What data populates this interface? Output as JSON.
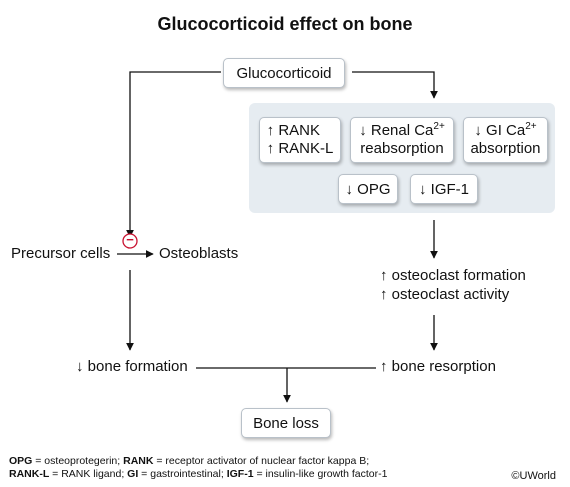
{
  "title": "Glucocorticoid effect on bone",
  "nodes": {
    "glucocorticoid": "Glucocorticoid",
    "rank_up": "↑ RANK",
    "rankl_up": "↑ RANK-L",
    "renal_line1": "↓ Renal Ca",
    "renal_sup": "2+",
    "renal_line2": "reabsorption",
    "gi_line1": "↓ GI Ca",
    "gi_sup": "2+",
    "gi_line2": "absorption",
    "opg_down": "↓ OPG",
    "igf_down": "↓ IGF-1",
    "precursor": "Precursor cells",
    "inhibit_symbol": "−",
    "osteoblasts": "Osteoblasts",
    "osteoclast_formation": "↑ osteoclast formation",
    "osteoclast_activity": "↑ osteoclast activity",
    "bone_formation": "↓ bone formation",
    "bone_resorption": "↑ bone resorption",
    "bone_loss": "Bone loss"
  },
  "footnote": {
    "line1": [
      {
        "abbr": "OPG",
        "def": " = osteoprotegerin; "
      },
      {
        "abbr": "RANK",
        "def": " = receptor activator of nuclear factor kappa B;"
      }
    ],
    "line2": [
      {
        "abbr": "RANK-L",
        "def": " = RANK ligand; "
      },
      {
        "abbr": "GI",
        "def": " = gastrointestinal; "
      },
      {
        "abbr": "IGF-1",
        "def": " = insulin-like growth factor-1"
      }
    ]
  },
  "copyright": "©UWorld",
  "colors": {
    "panel": "#e6ecf1",
    "inhibit": "#c8102e",
    "line": "#111111"
  }
}
